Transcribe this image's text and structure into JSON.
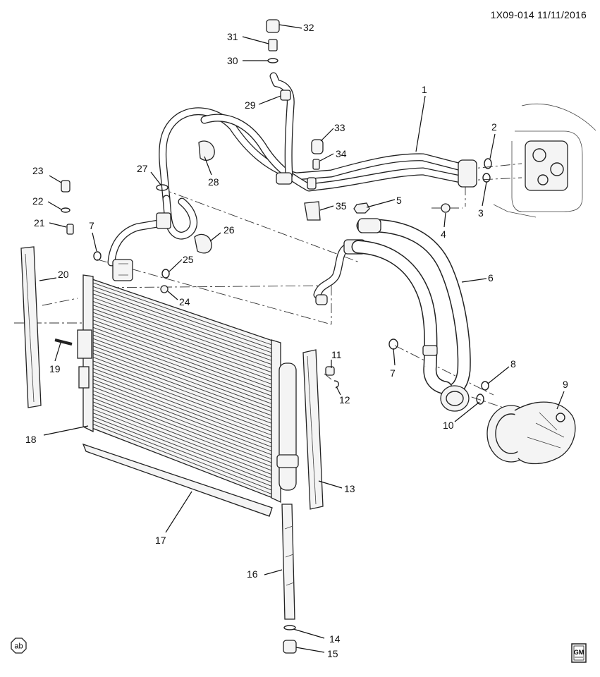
{
  "diagram": {
    "reference": "1X09-014  11/11/2016",
    "callouts": [
      "1",
      "2",
      "3",
      "4",
      "5",
      "6",
      "7",
      "7",
      "8",
      "9",
      "10",
      "11",
      "12",
      "13",
      "14",
      "15",
      "16",
      "17",
      "18",
      "19",
      "20",
      "21",
      "22",
      "23",
      "24",
      "25",
      "26",
      "27",
      "28",
      "29",
      "30",
      "31",
      "32",
      "33",
      "34",
      "35"
    ],
    "badge_ab": "ab",
    "logo": "GM"
  }
}
